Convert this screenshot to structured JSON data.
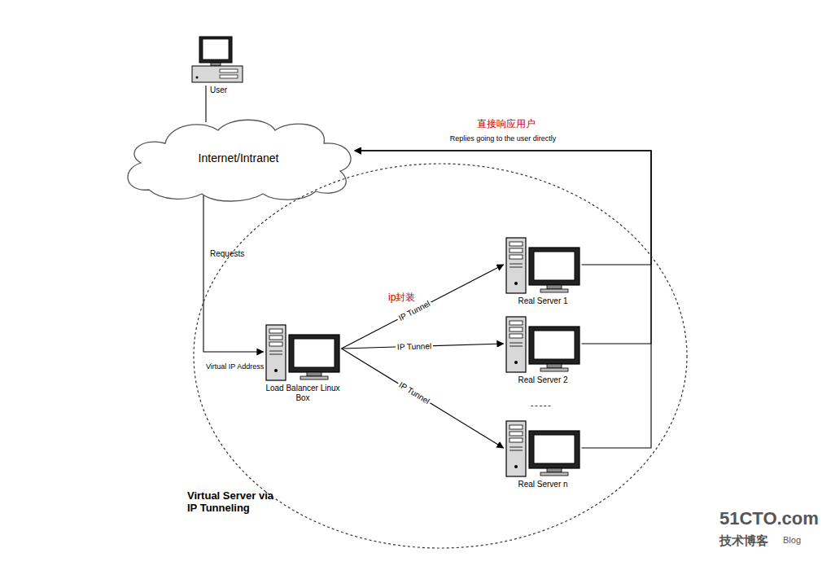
{
  "diagram": {
    "nodes": [
      {
        "text": [
          "User"
        ]
      },
      {
        "text": [
          "Internet/Intranet"
        ]
      },
      {
        "text": [
          "Virtual Server via IP Tunneling"
        ]
      },
      {
        "text": [
          "Load Balancer Linux Box"
        ],
        "in": 2
      },
      {
        "text": [
          "Real Server 1"
        ],
        "in": 2
      },
      {
        "text": [
          "Real Server 2"
        ],
        "in": 2
      },
      {
        "text": [
          "Real Server n"
        ],
        "in": 2
      }
    ],
    "edges": [
      {
        "from": 0,
        "to": 1,
        "arrow": "none"
      },
      {
        "from": 1,
        "to": 3,
        "label": "Requests",
        "arrow": "to"
      },
      {
        "from": 3,
        "to": 4,
        "label": "IP Tunnel",
        "arrow": "to"
      },
      {
        "from": 3,
        "to": 5,
        "label": "IP Tunnel",
        "arrow": "to"
      },
      {
        "from": 3,
        "to": 6,
        "label": "IP Tunnel",
        "arrow": "to"
      },
      {
        "from": 4,
        "to": 1,
        "label": "Replies going to the user directly",
        "arrow": "to"
      },
      {
        "from": 5,
        "to": 1,
        "arrow": "to"
      },
      {
        "from": 6,
        "to": 1,
        "arrow": "to"
      }
    ],
    "labels": [
      "Virtual IP Address",
      "ip封装",
      "直接响应用户",
      "-----",
      "51CTO.com",
      "技术博客",
      "Blog"
    ]
  }
}
